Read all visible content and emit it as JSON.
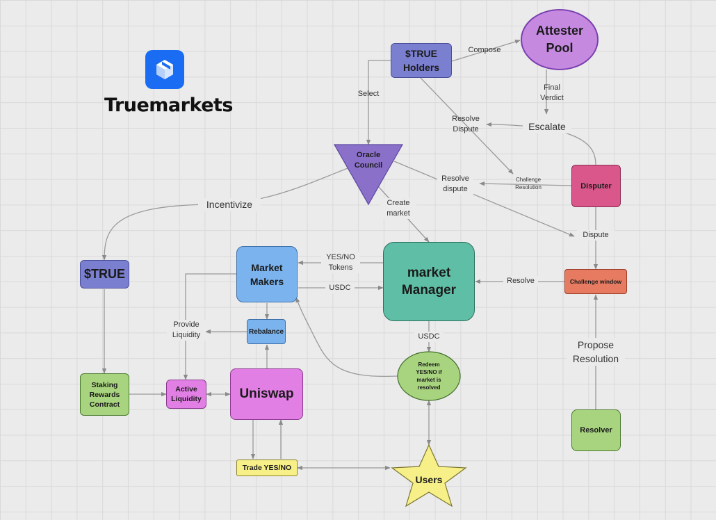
{
  "brand": {
    "name": "Truemarkets"
  },
  "nodes": {
    "true_holders": "$TRUE Holders",
    "attester_pool": "Attester Pool",
    "oracle_council": "Oracle Council",
    "disputer": "Disputer",
    "true_token": "$TRUE",
    "market_makers": "Market Makers",
    "market_manager": "market Manager",
    "challenge_window": "Challenge window",
    "rebalance": "Rebalance",
    "staking_rewards": "Staking Rewards Contract",
    "active_liquidity": "Active Liquidity",
    "uniswap": "Uniswap",
    "redeem": "Redeem YES/NO if market is resolved",
    "resolver": "Resolver",
    "trade": "Trade YES/NO",
    "users": "Users"
  },
  "edge_labels": {
    "compose": "Compose",
    "select": "Select",
    "final_verdict": "Final Verdict",
    "resolve_dispute_top": "Resolve Dispute",
    "escalate": "Escalate",
    "challenge_resolution": "Challenge Resolution",
    "resolve_dispute_mid": "Resolve dispute",
    "incentivize": "Incentivize",
    "create_market": "Create market",
    "dispute": "Dispute",
    "yes_no_tokens": "YES/NO Tokens",
    "usdc_mm": "USDC",
    "resolve": "Resolve",
    "provide_liquidity": "Provide Liquidity",
    "usdc_redeem": "USDC",
    "propose_resolution": "Propose Resolution"
  },
  "colors": {
    "purple_box": "#7a7fcf",
    "attester": "#c58ae0",
    "oracle": "#8a70c8",
    "disputer": "#d9578a",
    "market_makers": "#7ab3ee",
    "manager": "#5fbfa6",
    "challenge": "#e77b62",
    "green": "#a8d37f",
    "pink": "#e27fe5",
    "yellow": "#f7ef88",
    "brand_blue": "#1a6df2"
  }
}
